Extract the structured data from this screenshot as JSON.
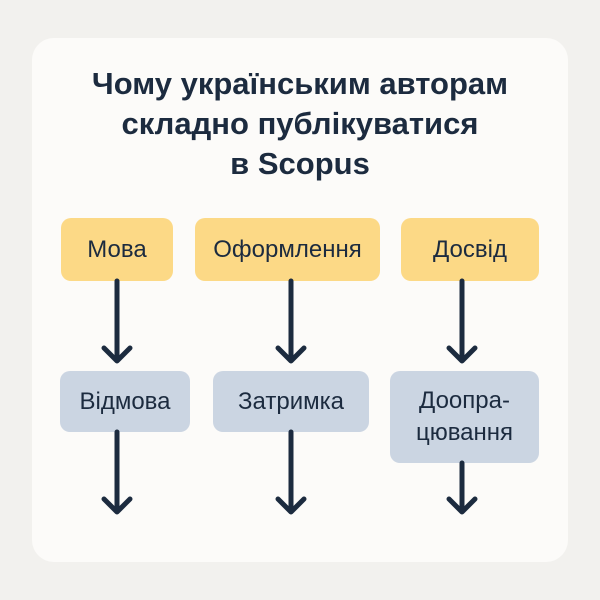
{
  "title": {
    "lines": [
      "Чому українським авторам",
      "складно публікуватися",
      "в Scopus"
    ]
  },
  "causes": [
    {
      "label": "Мова"
    },
    {
      "label": "Оформлення"
    },
    {
      "label": "Досвід"
    }
  ],
  "effects": [
    {
      "label": "Відмова"
    },
    {
      "label": "Затримка"
    },
    {
      "label": "Доопра-\nцювання",
      "lines": [
        "Доопра-",
        "цювання"
      ]
    }
  ],
  "colors": {
    "cause": "#fcd986",
    "effect": "#cbd5e2",
    "arrow": "#1c2b3f"
  }
}
